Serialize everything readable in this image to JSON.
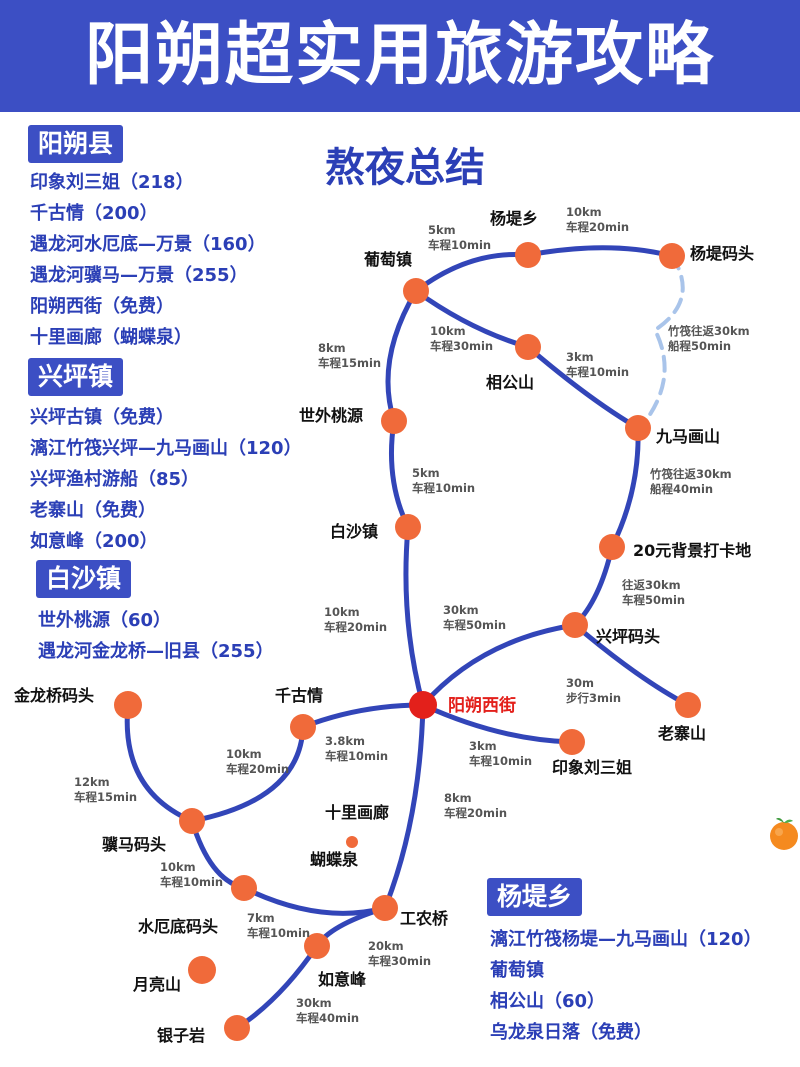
{
  "title": "阳朔超实用旅游攻略",
  "subtitle": "熬夜总结",
  "colors": {
    "brand_blue": "#3c4fc4",
    "text_blue": "#2b3fb6",
    "route_blue": "#3245b8",
    "dashed_route": "#a9c4ea",
    "node_orange": "#f06a3a",
    "center_red": "#e3201b"
  },
  "legend": {
    "yangshuo": {
      "header": "阳朔县",
      "items": [
        "印象刘三姐（218）",
        "千古情（200）",
        "遇龙河水厄底—万景（160）",
        "遇龙河骥马—万景（255）",
        "阳朔西街（免费）",
        "十里画廊（蝴蝶泉）"
      ]
    },
    "xingping": {
      "header": "兴坪镇",
      "items": [
        "兴坪古镇（免费）",
        "漓江竹筏兴坪—九马画山（120）",
        "兴坪渔村游船（85）",
        "老寨山（免费）",
        "如意峰（200）"
      ]
    },
    "baisha": {
      "header": "白沙镇",
      "items": [
        "世外桃源（60）",
        "遇龙河金龙桥—旧县（255）"
      ]
    },
    "yangdi": {
      "header": "杨堤乡",
      "items": [
        "漓江竹筏杨堤—九马画山（120）",
        "葡萄镇",
        "相公山（60）",
        "乌龙泉日落（免费）"
      ]
    }
  },
  "map": {
    "places": {
      "yangdi": "杨堤乡",
      "yangdi_pier": "杨堤码头",
      "putao": "葡萄镇",
      "xianggong": "相公山",
      "jiuma": "九马画山",
      "shiwai": "世外桃源",
      "baisha": "白沙镇",
      "ershiyuan": "20元背景打卡地",
      "xingping_pier": "兴坪码头",
      "xijie": "阳朔西街",
      "laozhai": "老寨山",
      "jinlong": "金龙桥码头",
      "qiangu": "千古情",
      "yinxiang": "印象刘三姐",
      "shili": "十里画廊",
      "hudie": "蝴蝶泉",
      "jima": "骥马码头",
      "shuie": "水厄底码头",
      "gongnong": "工农桥",
      "ruyi": "如意峰",
      "yueliang": "月亮山",
      "yinzi": "银子岩"
    },
    "distances": {
      "putao_yangdi": [
        "5km",
        "车程10min"
      ],
      "yangdi_pier": [
        "10km",
        "车程20min"
      ],
      "putao_xianggong": [
        "10km",
        "车程30min"
      ],
      "xianggong_jiuma": [
        "3km",
        "车程10min"
      ],
      "bamboo_30_50": [
        "竹筏往返30km",
        "船程50min"
      ],
      "putao_shiwai": [
        "8km",
        "车程15min"
      ],
      "shiwai_baisha": [
        "5km",
        "车程10min"
      ],
      "bamboo_30_40": [
        "竹筏往返30km",
        "船程40min"
      ],
      "ershi_xingping": [
        "往返30km",
        "车程50min"
      ],
      "baisha_xijie": [
        "10km",
        "车程20min"
      ],
      "xijie_xingping": [
        "30km",
        "车程50min"
      ],
      "xingping_laozhai": [
        "30m",
        "步行3min"
      ],
      "qiangu_xijie": [
        "3.8km",
        "车程10min"
      ],
      "xijie_yinxiang": [
        "3km",
        "车程10min"
      ],
      "jima_qiangu": [
        "10km",
        "车程20min"
      ],
      "jinlong_jima": [
        "12km",
        "车程15min"
      ],
      "xijie_gongnong": [
        "8km",
        "车程20min"
      ],
      "jima_shuie": [
        "10km",
        "车程10min"
      ],
      "shuie_gongnong": [
        "7km",
        "车程10min"
      ],
      "gongnong_ruyi": [
        "20km",
        "车程30min"
      ],
      "ruyi_yinzi": [
        "30km",
        "车程40min"
      ]
    }
  },
  "decor_icon": "orange-fruit-icon"
}
